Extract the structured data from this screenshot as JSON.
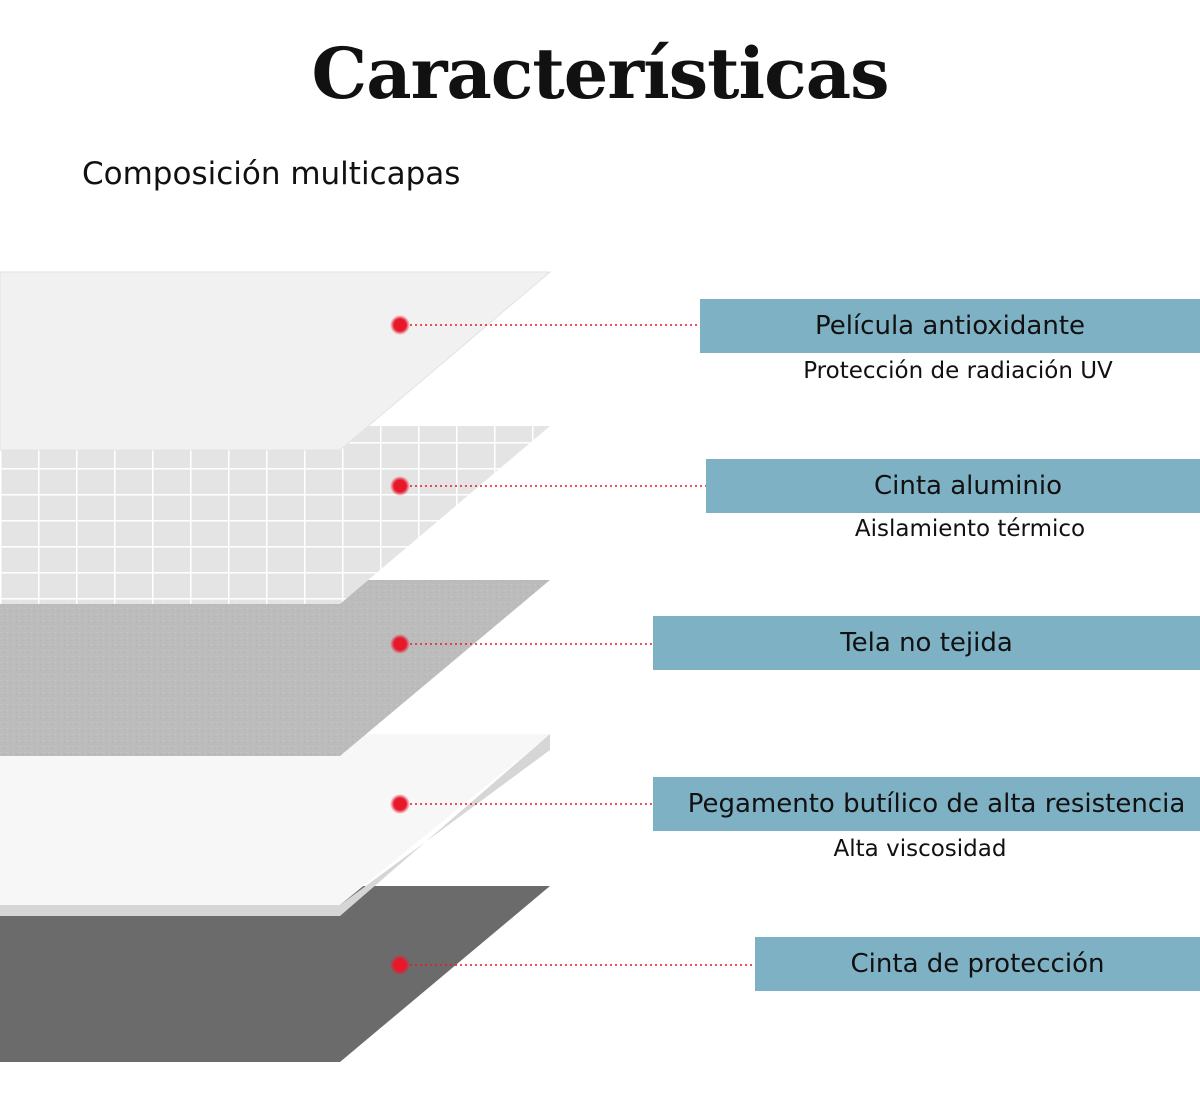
{
  "title": "Características",
  "subtitle": "Composición multicapas",
  "layers": [
    {
      "name": "Película antioxidante",
      "description": "Protección de radiación UV",
      "color": "#f1f1f1"
    },
    {
      "name": "Cinta aluminio",
      "description": "Aislamiento térmico",
      "color": "#e3e3e3"
    },
    {
      "name": "Tela no tejida",
      "description": "",
      "color": "#bdbdbd"
    },
    {
      "name": "Pegamento butílico de alta resistencia",
      "description": "Alta viscosidad",
      "color": "#f6f6f6"
    },
    {
      "name": "Cinta de protección",
      "description": "",
      "color": "#6a6a6a"
    }
  ],
  "colors": {
    "label_bg": "#7fb1c5",
    "marker": "#e8182a"
  }
}
